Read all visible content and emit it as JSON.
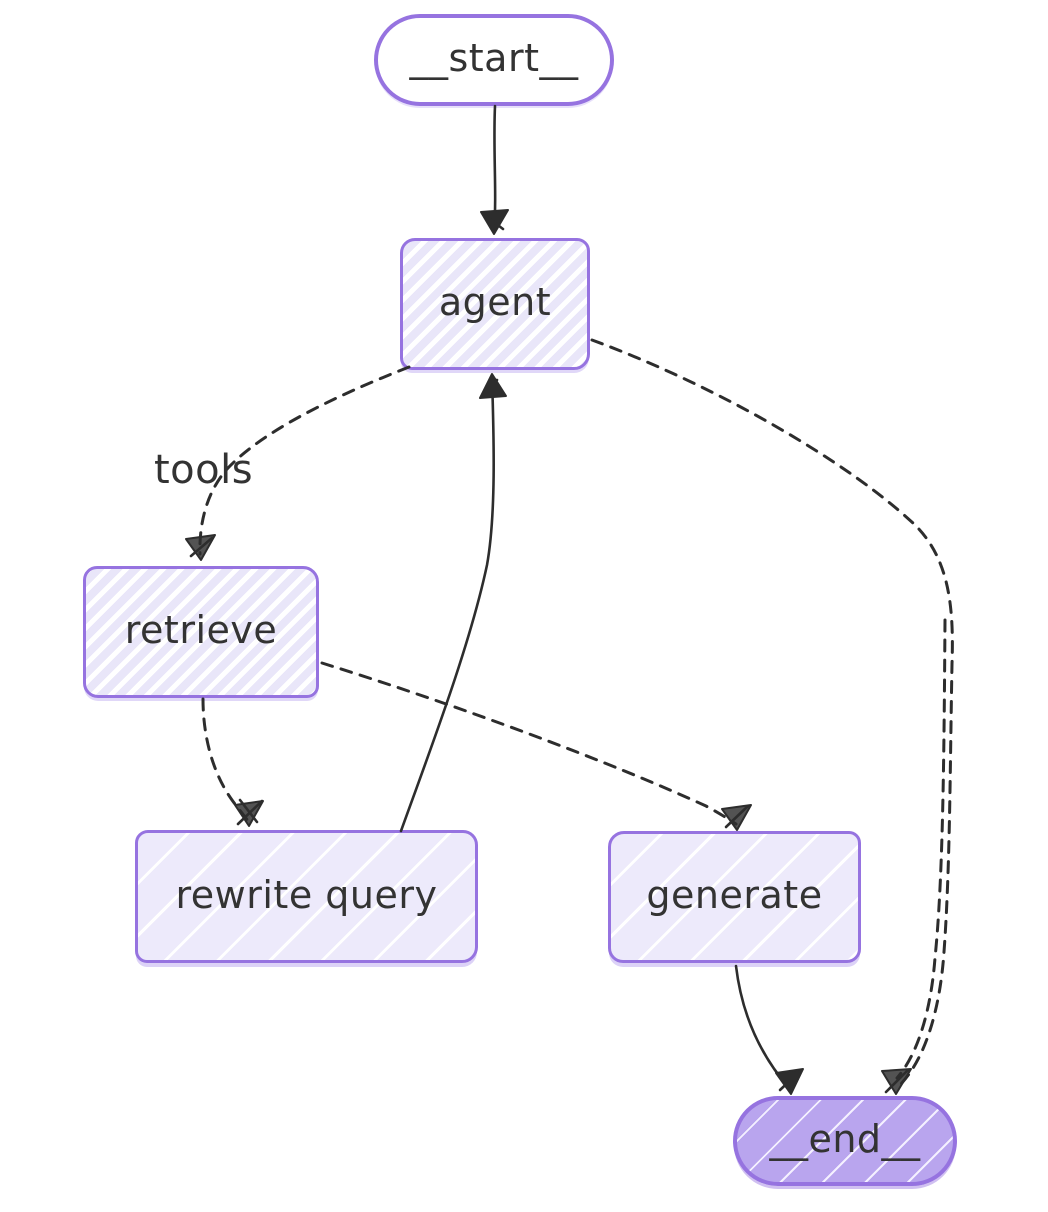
{
  "diagram": {
    "nodes": [
      {
        "id": "start",
        "label": "__start__",
        "shape": "stadium"
      },
      {
        "id": "agent",
        "label": "agent",
        "shape": "rect"
      },
      {
        "id": "retrieve",
        "label": "retrieve",
        "shape": "rect"
      },
      {
        "id": "rewrite_query",
        "label": "rewrite query",
        "shape": "rect"
      },
      {
        "id": "generate",
        "label": "generate",
        "shape": "rect"
      },
      {
        "id": "end",
        "label": "__end__",
        "shape": "stadium"
      }
    ],
    "edges": [
      {
        "from": "__start__",
        "to": "agent",
        "style": "solid",
        "label": ""
      },
      {
        "from": "agent",
        "to": "retrieve",
        "style": "dashed",
        "label": "tools"
      },
      {
        "from": "retrieve",
        "to": "rewrite query",
        "style": "dashed",
        "label": ""
      },
      {
        "from": "retrieve",
        "to": "generate",
        "style": "dashed",
        "label": ""
      },
      {
        "from": "rewrite query",
        "to": "agent",
        "style": "solid",
        "label": ""
      },
      {
        "from": "generate",
        "to": "__end__",
        "style": "solid",
        "label": ""
      },
      {
        "from": "agent",
        "to": "__end__",
        "style": "dashed",
        "label": ""
      }
    ],
    "colors": {
      "node_border": "#9673e0",
      "hatch_stripe": "#e9e6f9",
      "light_fill": "#edeafb",
      "end_fill": "#b9a5ee",
      "edge": "#2d2d2d",
      "text": "#333333",
      "background": "#ffffff"
    }
  }
}
